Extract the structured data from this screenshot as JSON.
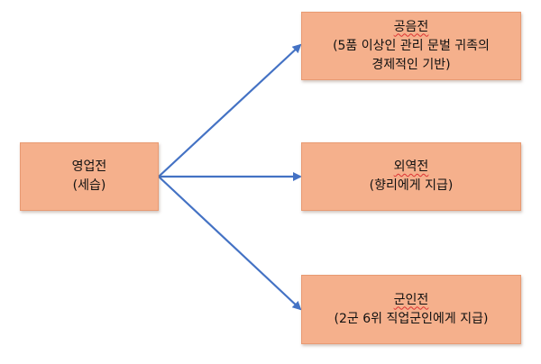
{
  "colors": {
    "box_fill": "#f5b08c",
    "box_border": "#e89a72",
    "arrow": "#4472c4"
  },
  "source": {
    "line1": "영업전",
    "line2": "(세습)"
  },
  "targets": [
    {
      "line1": "공음전",
      "line2": "(5품 이상인 관리 문벌 귀족의",
      "line3": "경제적인 기반)"
    },
    {
      "line1": "외역전",
      "line2": "(향리에게 지급)"
    },
    {
      "line1": "군인전",
      "line2": "(2군 6위 직업군인에게 지급)"
    }
  ]
}
